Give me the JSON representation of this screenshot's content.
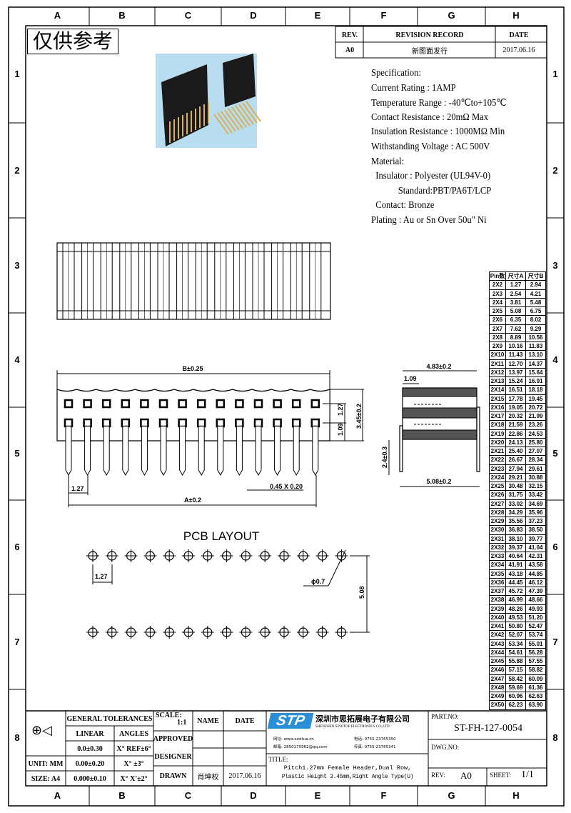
{
  "frame": {
    "columns": [
      "A",
      "B",
      "C",
      "D",
      "E",
      "F",
      "G",
      "H"
    ],
    "rows": [
      "1",
      "2",
      "3",
      "4",
      "5",
      "6",
      "7",
      "8"
    ]
  },
  "stamp": "仅供参考",
  "revision": {
    "headers": [
      "REV.",
      "REVISION RECORD",
      "DATE"
    ],
    "rev": "A0",
    "record": "新图面发行",
    "date": "2017.06.16"
  },
  "spec": [
    "Specification:",
    "Current Rating : 1AMP",
    "Temperature Range : -40℃to+105℃",
    "Contact Resistance : 20mΩ Max",
    "Insulation Resistance : 1000MΩ Min",
    "Withstanding Voltage : AC 500V",
    "Material:",
    "  Insulator : Polyester (UL94V-0)",
    "            Standard:PBT/PA6T/LCP",
    "  Contact: Bronze",
    "Plating : Au or Sn Over 50u\" Ni"
  ],
  "dims": {
    "b": "B±0.25",
    "a": "A±0.2",
    "pitch": "1.27",
    "pin_size": "0.45 X 0.20",
    "height": "3.45±0.2",
    "row_pitch": "1.27",
    "offset": "1.09",
    "depth": "4.83±0.2",
    "side_offset": "1.09",
    "tail": "2.4±0.3",
    "row_spacing": "5.08±0.2"
  },
  "pcb": {
    "title": "PCB LAYOUT",
    "pitch": "1.27",
    "hole": "ϕ0.7",
    "spacing": "5.08"
  },
  "pin_table": {
    "headers": [
      "Pin数",
      "尺寸A",
      "尺寸B"
    ],
    "rows": [
      [
        "2X2",
        "1.27",
        "2.94"
      ],
      [
        "2X3",
        "2.54",
        "4.21"
      ],
      [
        "2X4",
        "3.81",
        "5.48"
      ],
      [
        "2X5",
        "5.08",
        "6.75"
      ],
      [
        "2X6",
        "6.35",
        "8.02"
      ],
      [
        "2X7",
        "7.62",
        "9.29"
      ],
      [
        "2X8",
        "8.89",
        "10.56"
      ],
      [
        "2X9",
        "10.16",
        "11.83"
      ],
      [
        "2X10",
        "11.43",
        "13.10"
      ],
      [
        "2X11",
        "12.70",
        "14.37"
      ],
      [
        "2X12",
        "13.97",
        "15.64"
      ],
      [
        "2X13",
        "15.24",
        "16.91"
      ],
      [
        "2X14",
        "16.51",
        "18.18"
      ],
      [
        "2X15",
        "17.78",
        "19.45"
      ],
      [
        "2X16",
        "19.05",
        "20.72"
      ],
      [
        "2X17",
        "20.32",
        "21.99"
      ],
      [
        "2X18",
        "21.59",
        "23.26"
      ],
      [
        "2X19",
        "22.86",
        "24.53"
      ],
      [
        "2X20",
        "24.13",
        "25.80"
      ],
      [
        "2X21",
        "25.40",
        "27.07"
      ],
      [
        "2X22",
        "26.67",
        "28.34"
      ],
      [
        "2X23",
        "27.94",
        "29.61"
      ],
      [
        "2X24",
        "29.21",
        "30.88"
      ],
      [
        "2X25",
        "30.48",
        "32.15"
      ],
      [
        "2X26",
        "31.75",
        "33.42"
      ],
      [
        "2X27",
        "33.02",
        "34.69"
      ],
      [
        "2X28",
        "34.29",
        "35.96"
      ],
      [
        "2X29",
        "35.56",
        "37.23"
      ],
      [
        "2X30",
        "36.83",
        "38.50"
      ],
      [
        "2X31",
        "38.10",
        "39.77"
      ],
      [
        "2X32",
        "39.37",
        "41.04"
      ],
      [
        "2X33",
        "40.64",
        "42.31"
      ],
      [
        "2X34",
        "41.91",
        "43.58"
      ],
      [
        "2X35",
        "43.18",
        "44.85"
      ],
      [
        "2X36",
        "44.45",
        "46.12"
      ],
      [
        "2X37",
        "45.72",
        "47.39"
      ],
      [
        "2X38",
        "46.99",
        "48.66"
      ],
      [
        "2X39",
        "48.26",
        "49.93"
      ],
      [
        "2X40",
        "49.53",
        "51.20"
      ],
      [
        "2X41",
        "50.80",
        "52.47"
      ],
      [
        "2X42",
        "52.07",
        "53.74"
      ],
      [
        "2X43",
        "53.34",
        "55.01"
      ],
      [
        "2X44",
        "54.61",
        "56.28"
      ],
      [
        "2X45",
        "55.88",
        "57.55"
      ],
      [
        "2X46",
        "57.15",
        "58.82"
      ],
      [
        "2X47",
        "58.42",
        "60.09"
      ],
      [
        "2X48",
        "59.69",
        "61.36"
      ],
      [
        "2X49",
        "60.96",
        "62.63"
      ],
      [
        "2X50",
        "62.23",
        "63.90"
      ]
    ]
  },
  "title_block": {
    "general_tolerances": "GENERAL TOLERANCES",
    "linear": "LINEAR",
    "angles": "ANGLES",
    "tol1": "0.0±0.30",
    "ang1": "X° REF±6°",
    "tol2": "0.00±0.20",
    "ang2": "X° ±3°",
    "tol3": "0.000±0.10",
    "ang3": "X° X'±2°",
    "unit": "UNIT: MM",
    "size": "SIZE: A4",
    "scale_label": "SCALE:",
    "scale": "1:1",
    "name": "NAME",
    "date": "DATE",
    "approved": "APPROVED",
    "designer": "DESIGNER",
    "drawn": "DRAWN",
    "drawn_name": "肖坤权",
    "drawn_date": "2017.06.16",
    "logo": "STP",
    "company_cn": "深圳市思拓展电子有限公司",
    "company_en": "SHENZHEN SINOTOP ELECTRONICS CO.,LTD",
    "contact1": "网址: www.szsitua.cn",
    "contact2": "邮箱: 2850175962@qq.com",
    "contact3": "电话: 0755-23765350",
    "contact4": "传真: 0755-23765341",
    "title_label": "TITLE:",
    "title_line1": "Pitch1.27mm Female Header,Dual Row,",
    "title_line2": "Plastic Height 3.45mm,Right Angle Type(U)",
    "part_no_label": "PART.NO:",
    "part_no": "ST-FH-127-0054",
    "dwg_no_label": "DWG.NO:",
    "rev_label": "REV:",
    "rev": "A0",
    "sheet_label": "SHEET:",
    "sheet": "1/1"
  }
}
